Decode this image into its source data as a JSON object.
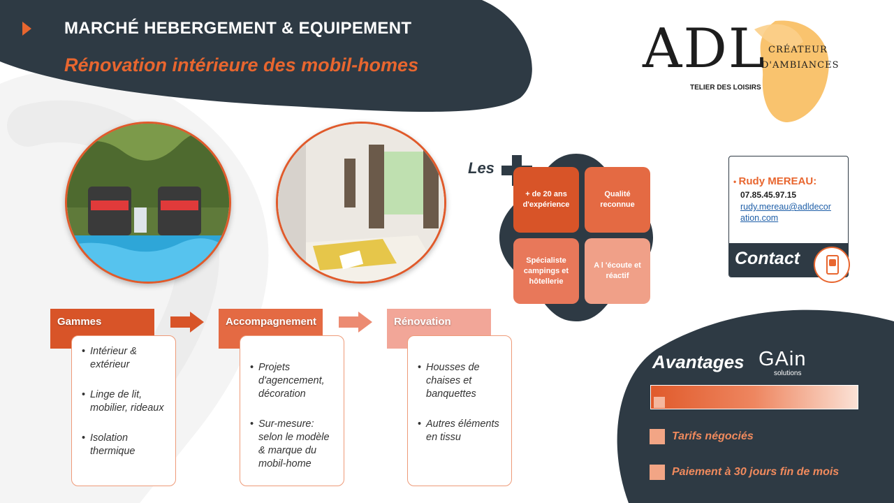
{
  "header": {
    "title": "MARCHÉ HEBERGEMENT & EQUIPEMENT",
    "subtitle": "Rénovation intérieure des mobil-homes"
  },
  "logo": {
    "letters": "ADL",
    "tagline_line1": "CRÉATEUR",
    "tagline_line2": "D'AMBIANCES",
    "under": "TELIER DES LOISIRS"
  },
  "plus": {
    "label": "Les",
    "items": [
      "+ de 20 ans d'expérience",
      "Qualité reconnue",
      "Spécialiste campings et hôtellerie",
      "A l 'écoute et réactif"
    ]
  },
  "process": {
    "steps": [
      {
        "title": "Gammes",
        "bullets": [
          "Intérieur & extérieur",
          "Linge de lit, mobilier, rideaux",
          "Isolation thermique"
        ]
      },
      {
        "title": "Accompagnement",
        "bullets": [
          "Projets d'agencement, décoration",
          "Sur-mesure: selon le modèle & marque du mobil-home"
        ]
      },
      {
        "title": "Rénovation",
        "bullets": [
          "Housses de chaises et banquettes",
          "Autres éléments en tissu"
        ]
      }
    ]
  },
  "contact": {
    "name": "Rudy MEREAU:",
    "phone": "07.85.45.97.15",
    "email_line1": "rudy.mereau@adldecor",
    "email_line2": "ation.com",
    "label": "Contact"
  },
  "advantages": {
    "title": "Avantages",
    "brand": "GAin",
    "brand_sub": "solutions",
    "items": [
      "Tarifs négociés",
      "Paiement à 30 jours fin de mois"
    ]
  },
  "colors": {
    "navy": "#2e3a44",
    "orange": "#e8662f",
    "salmon": "#f2a585",
    "accent_yellow": "#f7b44a"
  }
}
